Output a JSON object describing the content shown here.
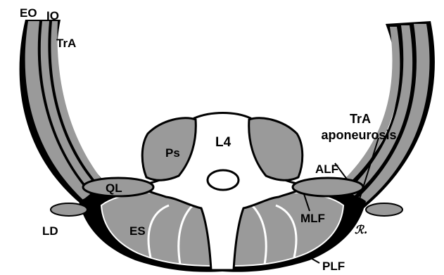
{
  "colors": {
    "muscle": "#9a9a9a",
    "fascia": "#000000",
    "bone": "#ffffff",
    "background": "#ffffff"
  },
  "labels": {
    "eo": "EO",
    "io": "IO",
    "tra": "TrA",
    "tra_apo_line1": "TrA",
    "tra_apo_line2": "aponeurosis",
    "alf": "ALF",
    "mlf": "MLF",
    "plf": "PLF",
    "ps": "Ps",
    "l4": "L4",
    "ql": "QL",
    "ld": "LD",
    "es": "ES"
  },
  "signature": "ℛ."
}
